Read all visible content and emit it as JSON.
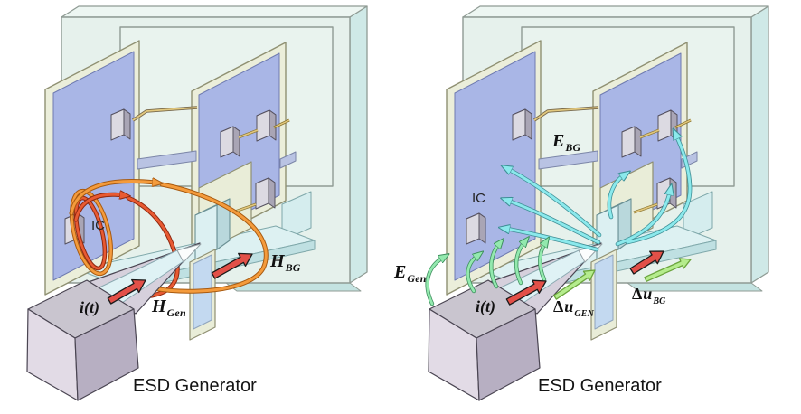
{
  "figure": {
    "left_panel": {
      "caption": "ESD Generator",
      "ic_label": "IC",
      "current_label": "i(t)",
      "h_gen": {
        "main": "H",
        "sub": "Gen"
      },
      "h_bg": {
        "main": "H",
        "sub": "BG"
      }
    },
    "right_panel": {
      "caption": "ESD Generator",
      "ic_label": "IC",
      "current_label": "i(t)",
      "e_bg": {
        "main": "E",
        "sub": "BG"
      },
      "e_gen": {
        "main": "E",
        "sub": "Gen"
      },
      "du_gen": {
        "delta": "Δ",
        "main": "u",
        "sub": "GEN"
      },
      "du_bg": {
        "delta": "Δ",
        "main": "u",
        "sub": "BG"
      }
    },
    "colors": {
      "h_field_outer": "#F49B3C",
      "h_field_inner": "#E85A32",
      "e_field": "#8BE9EC",
      "e_field_gen": "#93E9AE",
      "voltage_arrow": "#B5EC8D",
      "current_arrow": "#E25048",
      "pcb_blue": "#A9B6E6",
      "enclosure": "#E6F1EC"
    }
  }
}
